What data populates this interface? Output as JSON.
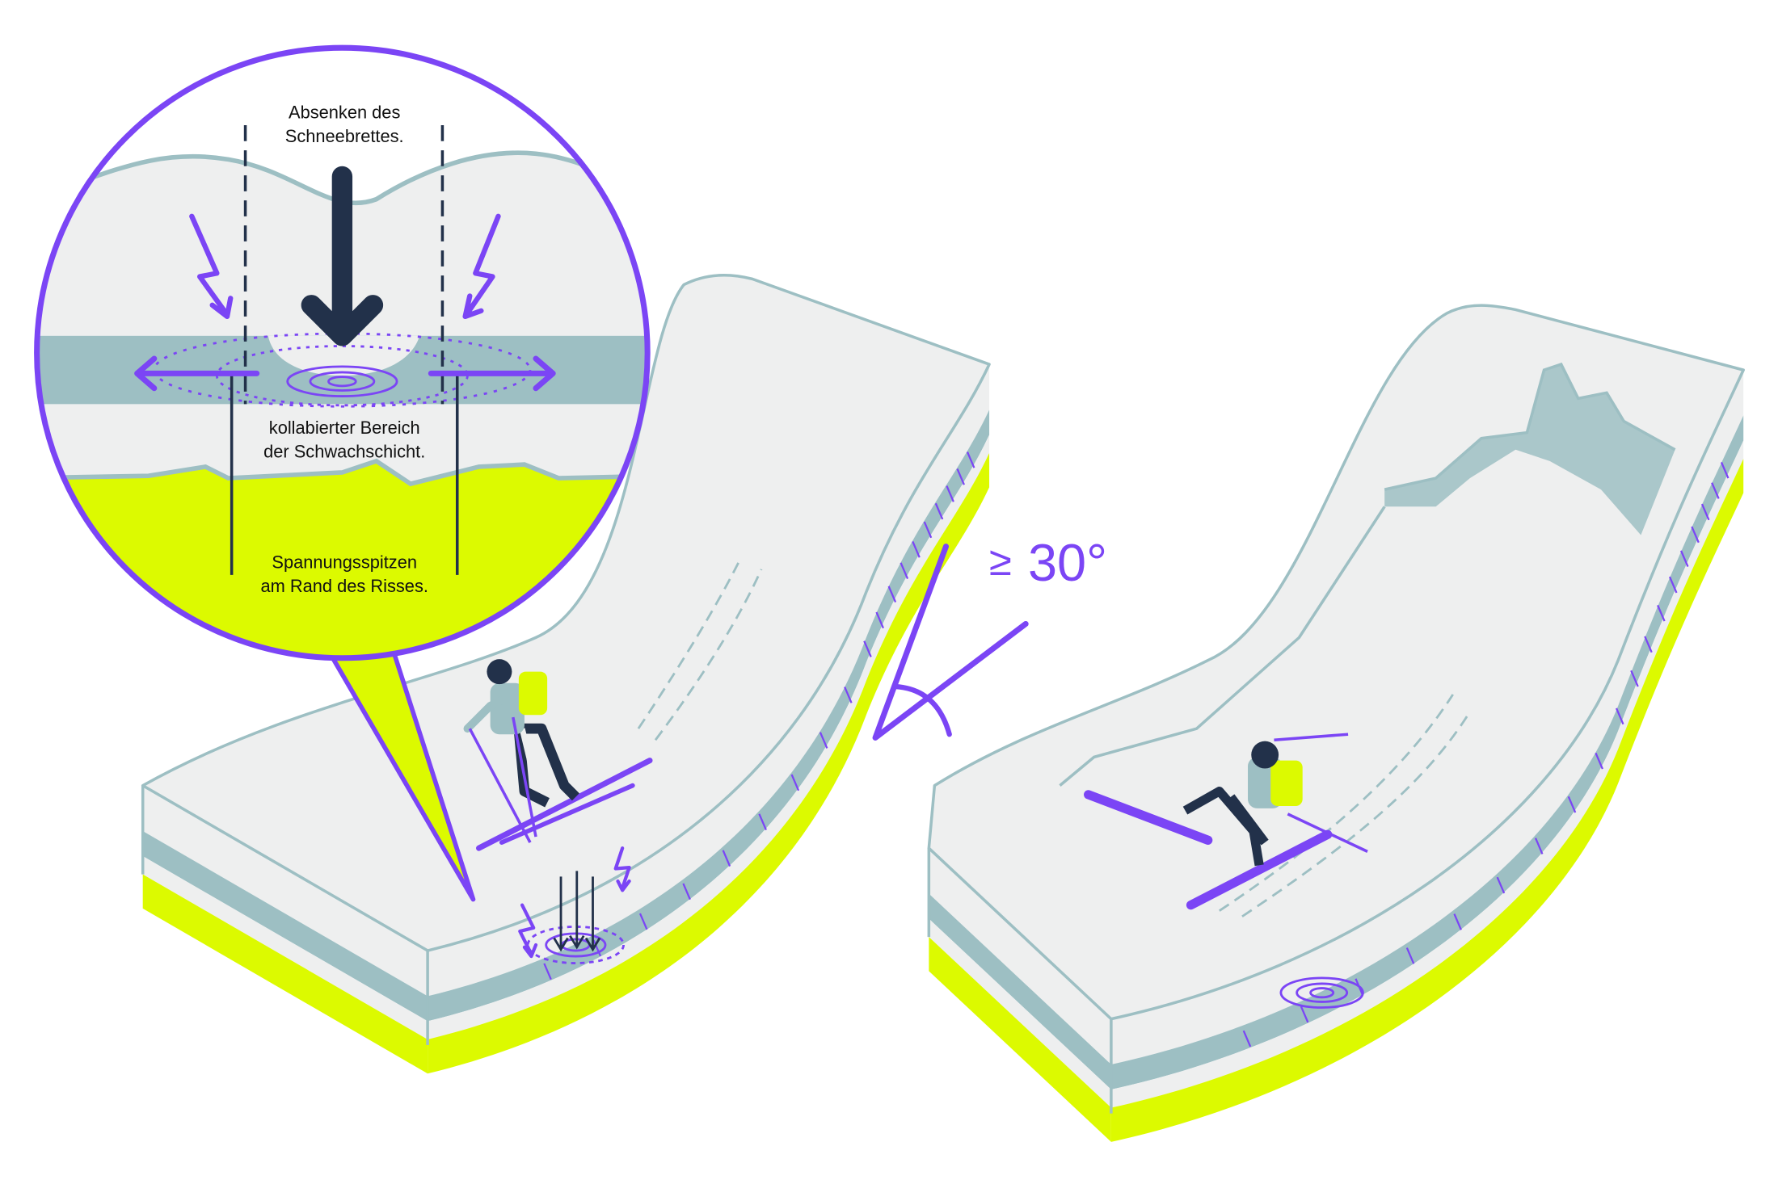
{
  "colors": {
    "purple": "#7b45f5",
    "teal": "#9dbfc3",
    "lime": "#dcfa00",
    "snow": "#eeefef",
    "navy": "#22314a"
  },
  "zoom_callout": {
    "label_top_1": "Absenken des",
    "label_top_2": "Schneebrettes.",
    "label_mid_1": "kollabierter Bereich",
    "label_mid_2": "der Schwachschicht.",
    "label_bottom_1": "Spannungsspitzen",
    "label_bottom_2": "am Rand des Risses."
  },
  "slope_angle": {
    "symbol": "≥",
    "value": "30°"
  }
}
